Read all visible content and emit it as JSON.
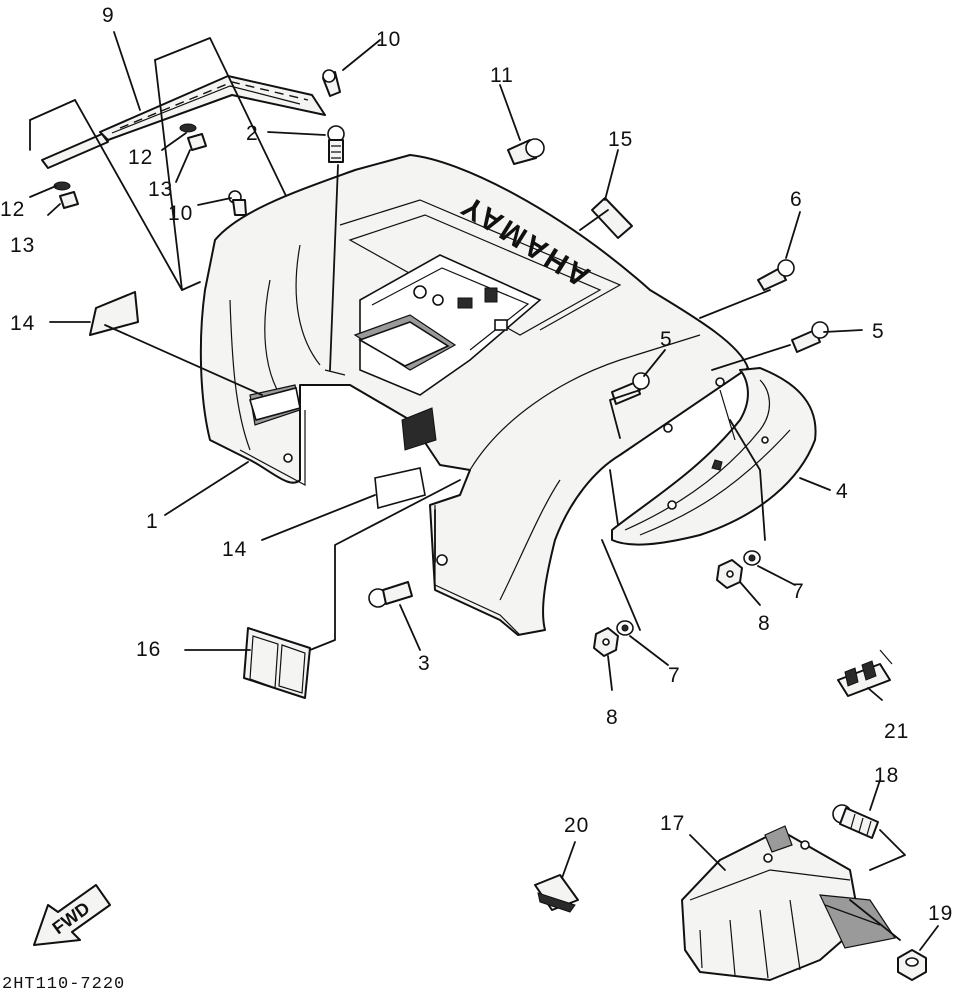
{
  "diagram": {
    "drawing_code": "2HT110-7220",
    "brand_mark": "YAMAHA",
    "direction_arrow": "FWD",
    "callouts": {
      "c1": "1",
      "c2": "2",
      "c3": "3",
      "c4": "4",
      "c5a": "5",
      "c5b": "5",
      "c6": "6",
      "c7a": "7",
      "c7b": "7",
      "c8a": "8",
      "c8b": "8",
      "c9": "9",
      "c10a": "10",
      "c10b": "10",
      "c11": "11",
      "c12a": "12",
      "c12b": "12",
      "c13a": "13",
      "c13b": "13",
      "c14a": "14",
      "c14b": "14",
      "c15": "15",
      "c16": "16",
      "c17": "17",
      "c18": "18",
      "c19": "19",
      "c20": "20",
      "c21": "21"
    }
  }
}
